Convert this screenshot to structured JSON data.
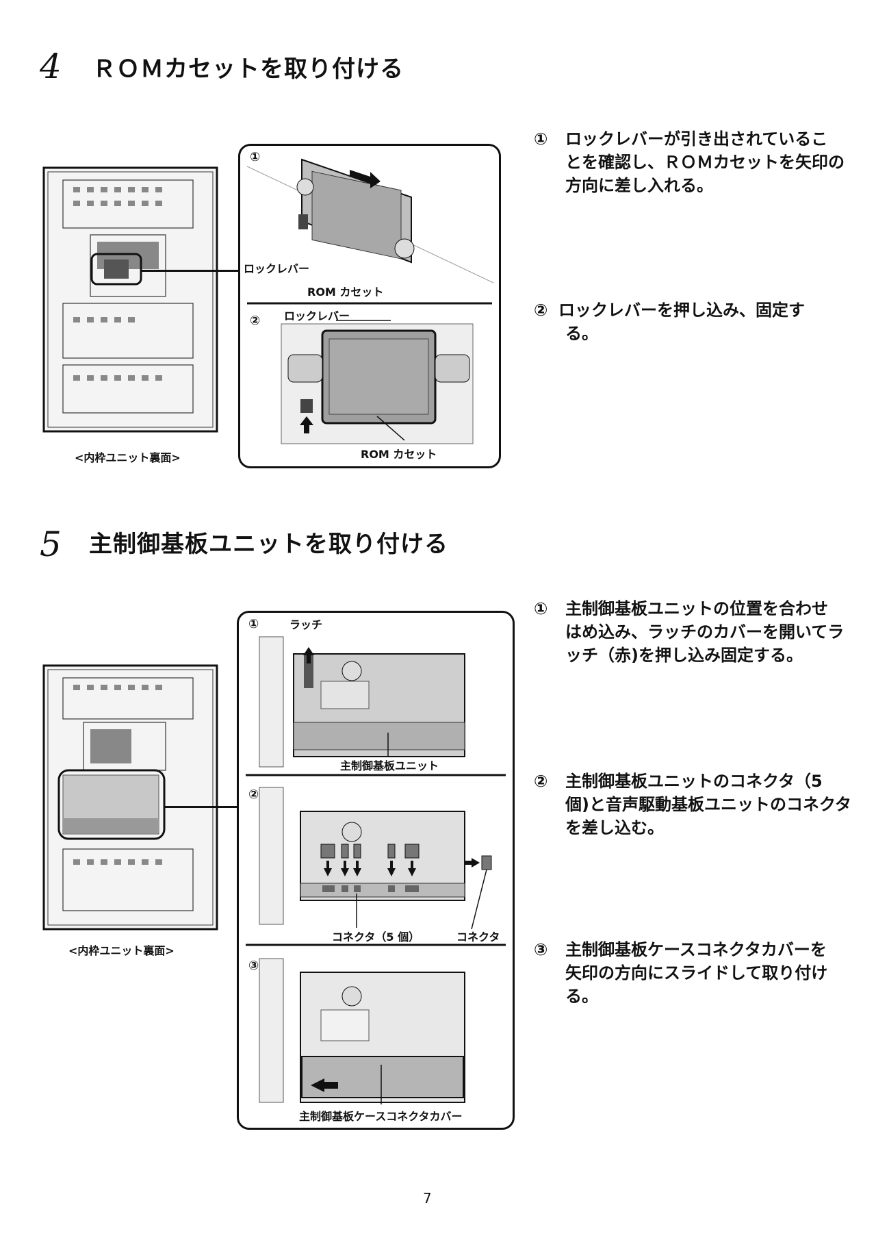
{
  "section4": {
    "number": "4",
    "title": "ＲＯＭカセットを取り付ける",
    "caption_unit": "<内枠ユニット裏面>",
    "fig1": {
      "marker": "①",
      "label_lever": "ロックレバー",
      "label_rom": "ROM カセット"
    },
    "fig2": {
      "marker": "②",
      "label_lever": "ロックレバー",
      "label_rom": "ROM カセット"
    },
    "steps": [
      {
        "marker": "①",
        "text_line1": "ロックレバーが引き出されているこ",
        "text_rest": "とを確認し、ＲＯＭカセットを矢印の方向に差し入れる。"
      },
      {
        "marker": "②",
        "text_line1": "ロックレバーを押し込み、固定す",
        "text_rest": "る。"
      }
    ]
  },
  "section5": {
    "number": "5",
    "title": "主制御基板ユニットを取り付ける",
    "caption_unit": "<内枠ユニット裏面>",
    "fig1": {
      "marker": "①",
      "label_latch": "ラッチ",
      "label_unit": "主制御基板ユニット"
    },
    "fig2": {
      "marker": "②",
      "label_connectors": "コネクタ（5 個）",
      "label_connector": "コネクタ"
    },
    "fig3": {
      "marker": "③",
      "label_cover": "主制御基板ケースコネクタカバー"
    },
    "steps": [
      {
        "marker": "①",
        "text_line1": "主制御基板ユニットの位置を合わせ",
        "text_rest": "はめ込み、ラッチのカバーを開いてラッチ（赤)を押し込み固定する。"
      },
      {
        "marker": "②",
        "text_line1": "主制御基板ユニットのコネクタ（5",
        "text_rest": "個)と音声駆動基板ユニットのコネクタを差し込む。"
      },
      {
        "marker": "③",
        "text_line1": "主制御基板ケースコネクタカバーを",
        "text_rest": "矢印の方向にスライドして取り付ける。"
      }
    ]
  },
  "footer": {
    "page_number": "7"
  }
}
